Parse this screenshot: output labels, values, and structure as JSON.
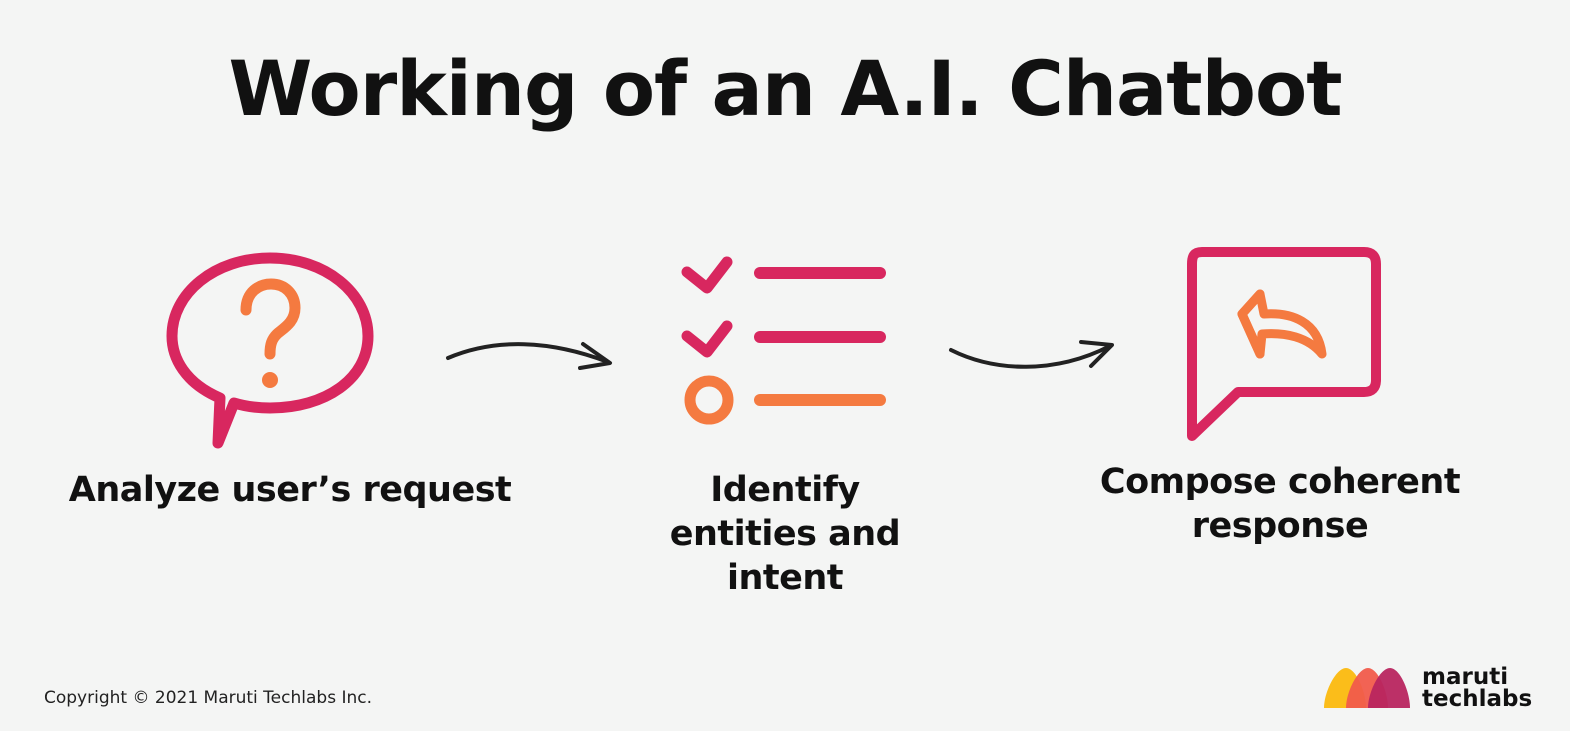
{
  "title": "Working of an A.I. Chatbot",
  "steps": [
    {
      "id": "analyze",
      "label": "Analyze user’s request",
      "icon": "question-speech-bubble-icon"
    },
    {
      "id": "identify",
      "label": "Identify entities and intent",
      "icon": "checklist-icon"
    },
    {
      "id": "compose",
      "label": "Compose coherent response",
      "icon": "reply-message-icon"
    }
  ],
  "colors": {
    "primary": "#d8275f",
    "secondary": "#f47a40",
    "text": "#111111",
    "background": "#f4f5f4"
  },
  "footer": {
    "copyright": "Copyright © 2021 Maruti Techlabs Inc.",
    "brand_line1": "maruti",
    "brand_line2": "techlabs"
  }
}
